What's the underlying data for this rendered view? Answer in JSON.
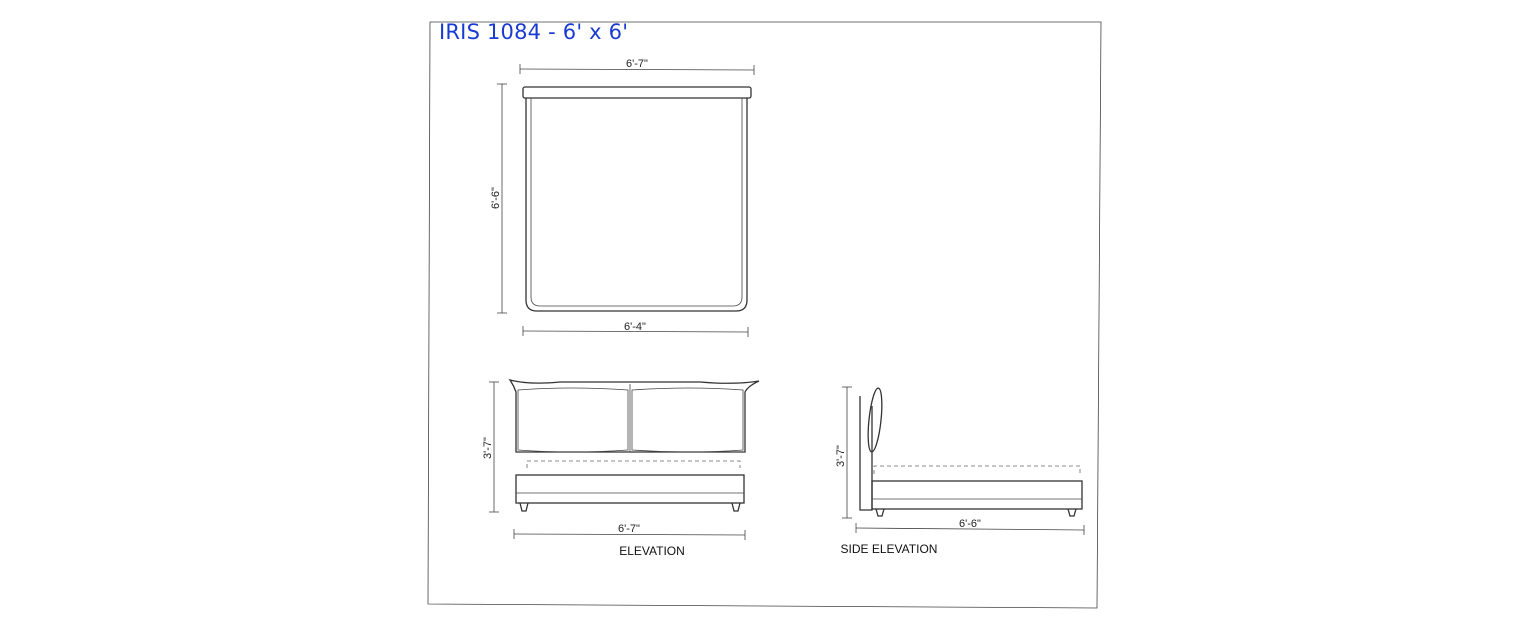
{
  "title": "IRIS 1084 - 6' x 6'",
  "plan": {
    "top_width": "6'-7\"",
    "length": "6'-6\"",
    "bottom_width": "6'-4\""
  },
  "elevation": {
    "height": "3'-7\"",
    "width": "6'-7\"",
    "label": "ELEVATION"
  },
  "side_elevation": {
    "height": "3'-7\"",
    "length": "6'-6\"",
    "label": "SIDE ELEVATION"
  },
  "colors": {
    "title": "#1a3bd1",
    "line": "#333333"
  }
}
